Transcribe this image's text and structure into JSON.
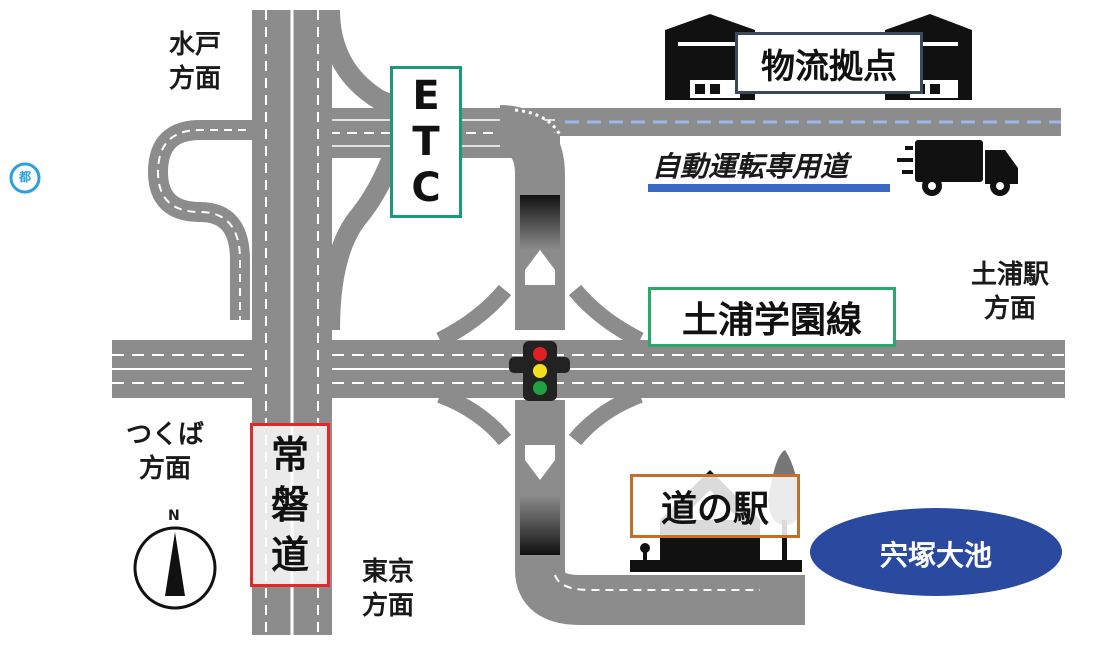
{
  "labels": {
    "mito": [
      "水戸",
      "方面"
    ],
    "tsuchiura": [
      "土浦駅",
      "方面"
    ],
    "tsukuba": [
      "つくば",
      "方面"
    ],
    "tokyo": [
      "東京",
      "方面"
    ],
    "etc": [
      "E",
      "T",
      "C"
    ],
    "joban": [
      "常",
      "磐",
      "道"
    ],
    "tsuchiura_line": "土浦学園線",
    "michi_no_eki": "道の駅",
    "logistics": "物流拠点",
    "auto_road": "自動運転専用道",
    "pond": "宍塚大池",
    "compass_n": "N",
    "badge": "都"
  },
  "colors": {
    "road": "#8c8c8c",
    "etc_border": "#1a9a7a",
    "line_border": "#2aa86a",
    "joban_border": "#e02a2a",
    "eki_border": "#c0702a",
    "logistics_border": "#3a4a5a",
    "pond_fill": "#2a4aa0",
    "auto_lane": "#3a66c4",
    "badge": "#2aa0e0"
  },
  "icons": [
    "traffic-light-icon",
    "truck-icon",
    "warehouse-icon",
    "compass-icon",
    "station-building-icon"
  ]
}
